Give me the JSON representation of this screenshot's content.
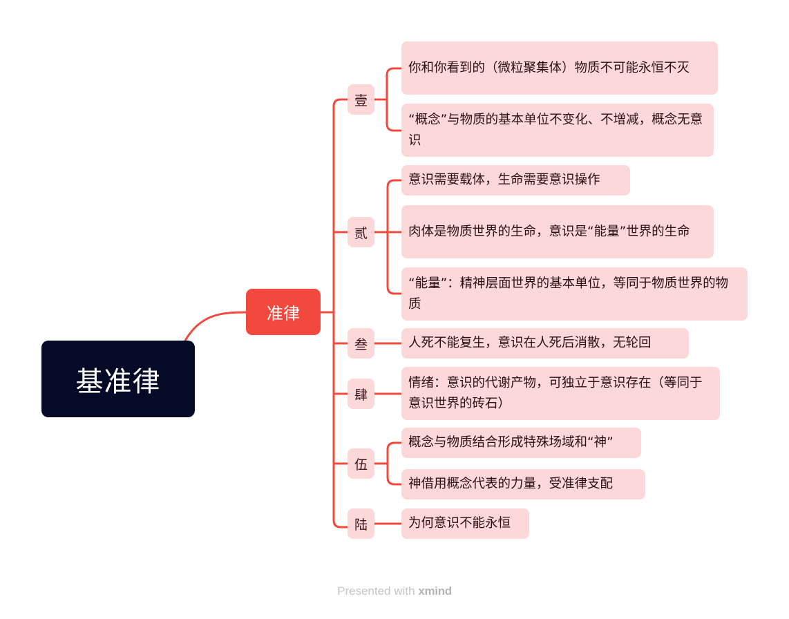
{
  "root": {
    "label": "基准律"
  },
  "main": {
    "label": "准律"
  },
  "branches": [
    {
      "label": "壹",
      "leaves": [
        "你和你看到的（微粒聚集体）物质不可能永恒不灭",
        "“概念”与物质的基本单位不变化、不增减，概念无意识"
      ]
    },
    {
      "label": "贰",
      "leaves": [
        "意识需要载体，生命需要意识操作",
        "肉体是物质世界的生命，意识是“能量”世界的生命",
        "“能量”：精神层面世界的基本单位，等同于物质世界的物质"
      ]
    },
    {
      "label": "叁",
      "leaves": [
        "人死不能复生，意识在人死后消散，无轮回"
      ]
    },
    {
      "label": "肆",
      "leaves": [
        "情绪：意识的代谢产物，可独立于意识存在（等同于意识世界的砖石）"
      ]
    },
    {
      "label": "伍",
      "leaves": [
        "概念与物质结合形成特殊场域和“神”",
        "神借用概念代表的力量，受准律支配"
      ]
    },
    {
      "label": "陆",
      "leaves": [
        "为何意识不能永恒"
      ]
    }
  ],
  "footer": {
    "prefix": "Presented with",
    "brand": "xmind"
  },
  "colors": {
    "root": "#050b26",
    "main": "#f2493f",
    "node": "#fcd8d8",
    "line": "#f2493f"
  }
}
